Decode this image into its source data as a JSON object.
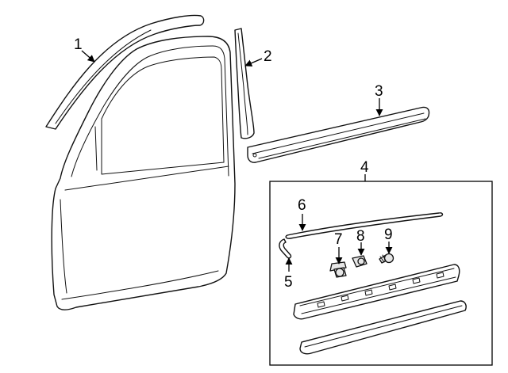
{
  "callouts": [
    {
      "id": "1",
      "label": "1"
    },
    {
      "id": "2",
      "label": "2"
    },
    {
      "id": "3",
      "label": "3"
    },
    {
      "id": "4",
      "label": "4"
    },
    {
      "id": "5",
      "label": "5"
    },
    {
      "id": "6",
      "label": "6"
    },
    {
      "id": "7",
      "label": "7"
    },
    {
      "id": "8",
      "label": "8"
    },
    {
      "id": "9",
      "label": "9"
    }
  ],
  "colors": {
    "line": "#111111",
    "fill": "#ffffff",
    "shade": "#e6e6e6"
  }
}
